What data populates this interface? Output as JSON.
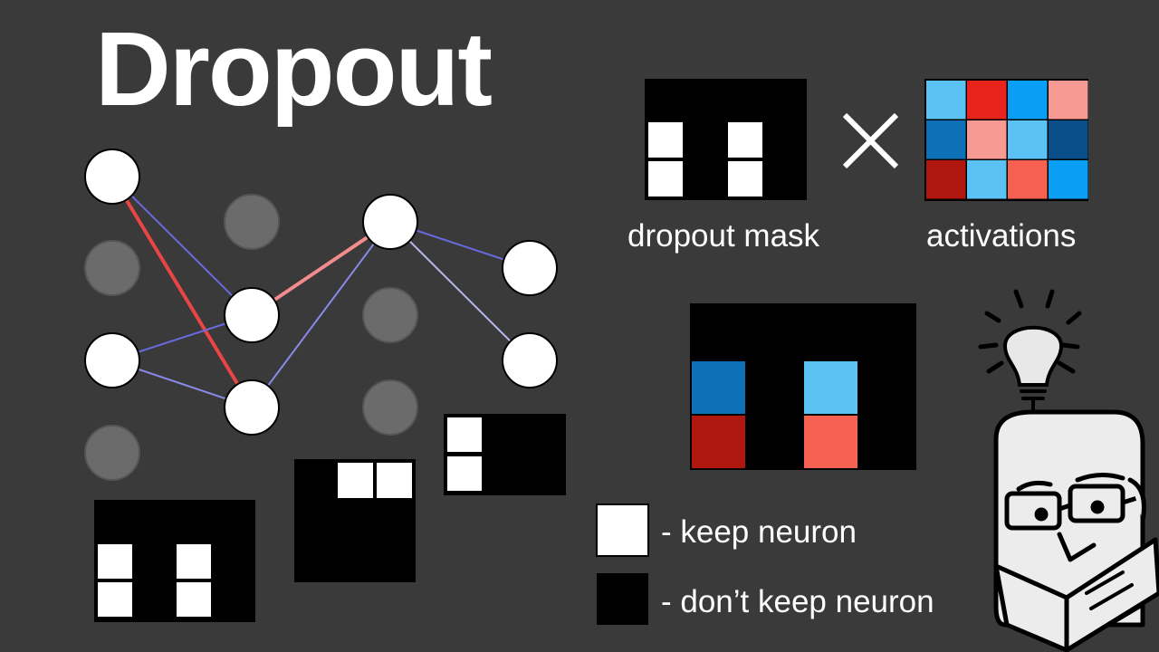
{
  "title": "Dropout",
  "labels": {
    "mask": "dropout mask",
    "activations": "activations"
  },
  "legend": [
    {
      "swatch": "#ffffff",
      "text": "- keep neuron"
    },
    {
      "swatch": "#000000",
      "text": "- don’t keep neuron"
    }
  ],
  "operator": "×",
  "colors": {
    "background": "#3a3a3a",
    "active_neuron": "#ffffff",
    "dropped_neuron": "#6b6b6b",
    "mask_keep": "#ffffff",
    "mask_drop": "#000000",
    "red_strong": "#e84545",
    "red_light": "#f28b8b",
    "blue_edge": "#6a6adf"
  },
  "activations_grid": [
    [
      "#5bc2f5",
      "#e8231b",
      "#0a9ef5",
      "#f79a94"
    ],
    [
      "#0e71b8",
      "#f79a94",
      "#5bc2f5",
      "#0a4f8a"
    ],
    [
      "#b0170f",
      "#5bc2f5",
      "#f76152",
      "#0a9ef5"
    ]
  ],
  "icons": [
    "lightbulb-icon",
    "reader-mascot-icon"
  ]
}
